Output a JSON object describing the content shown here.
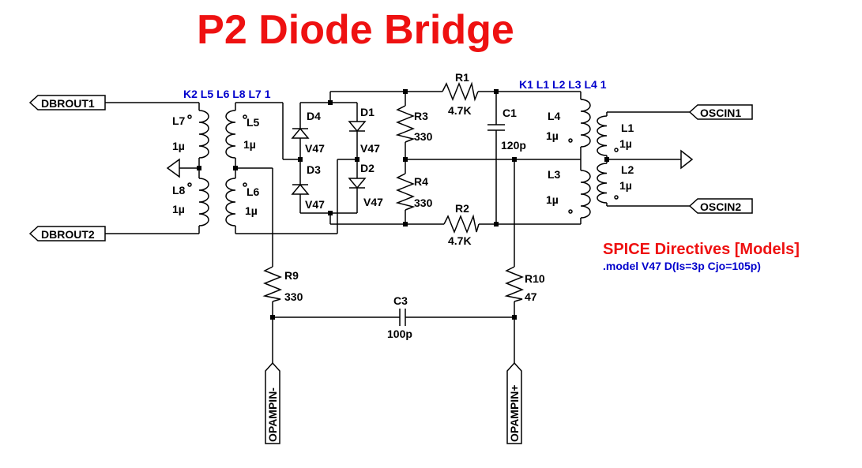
{
  "title": "P2 Diode Bridge",
  "colors": {
    "title": "#ee1111",
    "directive": "#0000cc",
    "wire": "#000000"
  },
  "coupling_left": "K2 L5 L6 L8 L7 1",
  "coupling_right": "K1 L1 L2 L3 L4 1",
  "spice_header": "SPICE Directives [Models]",
  "spice_model": ".model V47 D(Is=3p Cjo=105p)",
  "nets": {
    "dbrout1": "DBROUT1",
    "dbrout2": "DBROUT2",
    "oscin1": "OSCIN1",
    "oscin2": "OSCIN2",
    "opampin_minus": "OPAMPIN-",
    "opampin_plus": "OPAMPIN+"
  },
  "components": {
    "L7": {
      "name": "L7",
      "value": "1µ"
    },
    "L8": {
      "name": "L8",
      "value": "1µ"
    },
    "L5": {
      "name": "L5",
      "value": "1µ"
    },
    "L6": {
      "name": "L6",
      "value": "1µ"
    },
    "D4": {
      "name": "D4",
      "value": "V47"
    },
    "D3": {
      "name": "D3",
      "value": "V47"
    },
    "D1": {
      "name": "D1",
      "value": "V47"
    },
    "D2": {
      "name": "D2",
      "value": "V47"
    },
    "R3": {
      "name": "R3",
      "value": "330"
    },
    "R4": {
      "name": "R4",
      "value": "330"
    },
    "R1": {
      "name": "R1",
      "value": "4.7K"
    },
    "R2": {
      "name": "R2",
      "value": "4.7K"
    },
    "C1": {
      "name": "C1",
      "value": "120p"
    },
    "L4": {
      "name": "L4",
      "value": "1µ"
    },
    "L3": {
      "name": "L3",
      "value": "1µ"
    },
    "L1": {
      "name": "L1",
      "value": "1µ"
    },
    "L2": {
      "name": "L2",
      "value": "1µ"
    },
    "R9": {
      "name": "R9",
      "value": "330"
    },
    "R10": {
      "name": "R10",
      "value": "47"
    },
    "C3": {
      "name": "C3",
      "value": "100p"
    }
  }
}
